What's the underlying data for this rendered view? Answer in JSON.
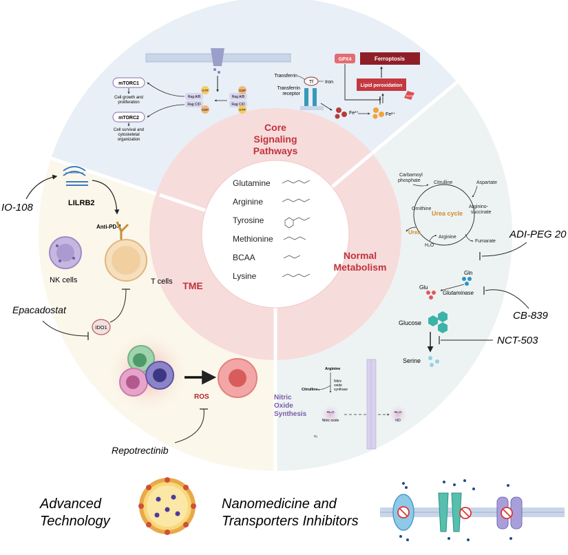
{
  "center": {
    "amino_acids": [
      "Glutamine",
      "Arginine",
      "Tyrosine",
      "Methionine",
      "BCAA",
      "Lysine"
    ]
  },
  "sections": {
    "core": {
      "title_line1": "Core",
      "title_line2": "Signaling",
      "title_line3": "Pathways"
    },
    "metabolism": {
      "title_line1": "Normal",
      "title_line2": "Metabolism"
    },
    "tme": {
      "title": "TME"
    }
  },
  "mtor": {
    "mtorc1": "mTORC1",
    "mtorc2": "mTORC2",
    "mtorc1_effect_line1": "Cell growth and",
    "mtorc1_effect_line2": "proliferation",
    "mtorc2_effect_line1": "Cell survival and",
    "mtorc2_effect_line2": "cytoskeletal",
    "mtorc2_effect_line3": "organization",
    "gtp": "GTP",
    "gdp": "GDP",
    "rag_ab": "Rag A/B",
    "rag_cd": "Rag C/D"
  },
  "ferro": {
    "gpx4": "GPX4",
    "ferroptosis": "Ferroptosis",
    "lipid": "Lipid peroxidation",
    "ros": "ROS",
    "transferrin": "Transferrin",
    "tf": "Tf",
    "iron": "Iron",
    "receptor_line1": "Transferrin",
    "receptor_line2": "receptor",
    "fe3": "Fe³⁺",
    "fe2": "Fe²⁺"
  },
  "urea": {
    "carbamoyl_line1": "Carbamoyl",
    "carbamoyl_line2": "phosphate",
    "citrulline": "Citrulline",
    "aspartate": "Aspartate",
    "argsucc_line1": "Arginino-",
    "argsucc_line2": "succinate",
    "ornithine": "Ornithine",
    "cycle": "Urea cycle",
    "urea": "Urea",
    "arginine": "Arginine",
    "fumarate": "Fumarate",
    "h2o": "H₂O",
    "drug": "ADI-PEG 20"
  },
  "glut": {
    "gln": "Gln",
    "glu": "Glu",
    "enzyme": "Glutaminase",
    "drug": "CB-839"
  },
  "serine": {
    "glucose": "Glucose",
    "serine": "Serine",
    "drug": "NCT-503"
  },
  "no": {
    "title_line1": "Nitric",
    "title_line2": "Oxide",
    "title_line3": "Synthesis",
    "arginine": "Arginine",
    "citrulline": "Citrulline",
    "nos_line1": "Nitric",
    "nos_line2": "oxide",
    "nos_line3": "synthase",
    "nitric_oxide": "Nitric oxide",
    "no": "NO",
    "o2": "O₂",
    "no_small": "•N=O"
  },
  "tme": {
    "io108": "IO-108",
    "lilrb2": "LILRB2",
    "antipd1": "Anti-PD-1",
    "nk": "NK cells",
    "tcells": "T cells",
    "epacadostat": "Epacadostat",
    "ido1": "IDO1",
    "ros": "ROS",
    "repotrectinib": "Repotrectinib"
  },
  "bottom": {
    "adv_line1": "Advanced",
    "adv_line2": "Technology",
    "nano_line1": "Nanomedicine and",
    "nano_line2": "Transporters Inhibitors"
  },
  "colors": {
    "core_bg": "#e8eff6",
    "metab_bg": "#edf3f2",
    "tme_bg": "#fbf7ea",
    "pink_ring": "#f7dcdc",
    "red_title": "#c0323a",
    "purple": "#7a5da8"
  }
}
